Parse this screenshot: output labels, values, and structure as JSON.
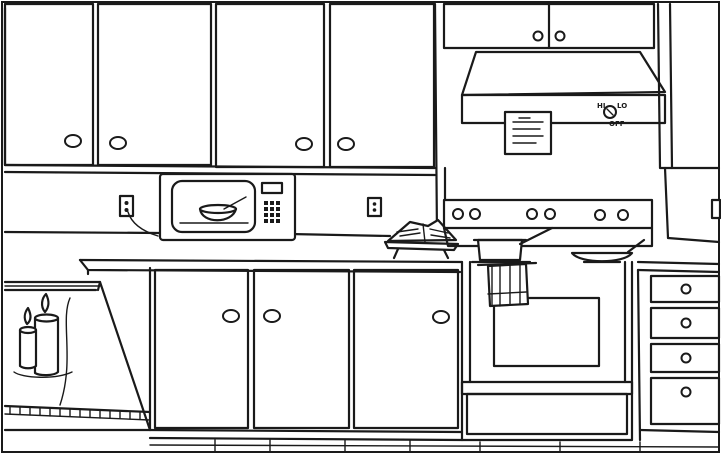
{
  "scene": {
    "colors": {
      "ink": "#1a1a1a",
      "paper": "#ffffff"
    }
  },
  "range_hood": {
    "dial_labels": {
      "hi": "HI",
      "lo": "LO",
      "off": "OFF"
    }
  }
}
